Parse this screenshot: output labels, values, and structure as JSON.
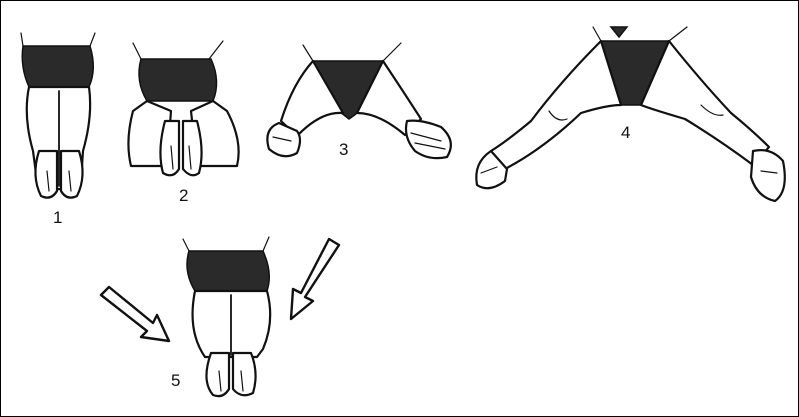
{
  "figure": {
    "steps": [
      {
        "number": "1"
      },
      {
        "number": "2"
      },
      {
        "number": "3"
      },
      {
        "number": "4"
      },
      {
        "number": "5"
      }
    ],
    "colors": {
      "ink": "#111111",
      "fill_dark": "#2a2a2a",
      "background": "#ffffff"
    }
  }
}
